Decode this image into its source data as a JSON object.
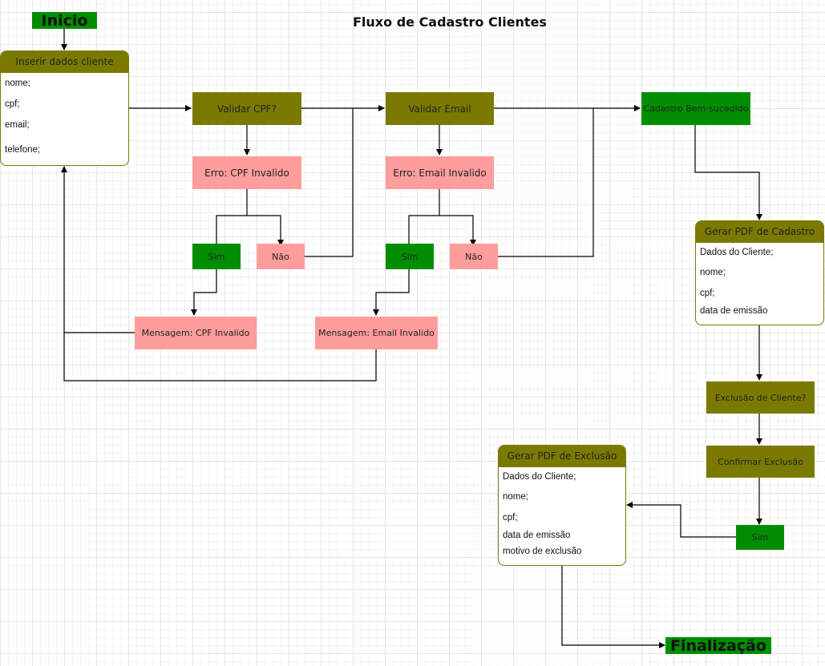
{
  "title": "Fluxo de Cadastro Clientes",
  "start_label": "Inicio",
  "end_label": "Finalização",
  "input_card": {
    "header": "Inserir dados cliente",
    "fields": [
      "nome;",
      "cpf;",
      "email;",
      "telefone;"
    ]
  },
  "validate_cpf": "Validar CPF?",
  "error_cpf": "Erro: CPF Invalido",
  "cpf_yes": "Sim",
  "cpf_no": "Não",
  "msg_cpf": "Mensagem: CPF Invalido",
  "validate_email": "Validar Email",
  "error_email": "Erro: Email Invalido",
  "email_yes": "Sim",
  "email_no": "Não",
  "msg_email": "Mensagem: Email Invalido",
  "success": "Cadastro Bem-sucedido",
  "pdf_card": {
    "header": "Gerar PDF de Cadastro",
    "fields": [
      "Dados do Cliente;",
      "nome;",
      "cpf;",
      "data de emissão"
    ]
  },
  "exclusion_question": "Exclusão de Cliente?",
  "confirm_exclusion": "Confirmar Exclusão",
  "exclusion_yes": "Sim",
  "exclusion_card": {
    "header": "Gerar PDF de Exclusão",
    "fields": [
      "Dados do Cliente;",
      "nome;",
      "cpf;",
      "data de emissão",
      "motivo de exclusão"
    ]
  },
  "colors": {
    "olive": "#7a7a00",
    "green": "#008e00",
    "pink": "#ff9d9d",
    "edge": "#000000"
  }
}
